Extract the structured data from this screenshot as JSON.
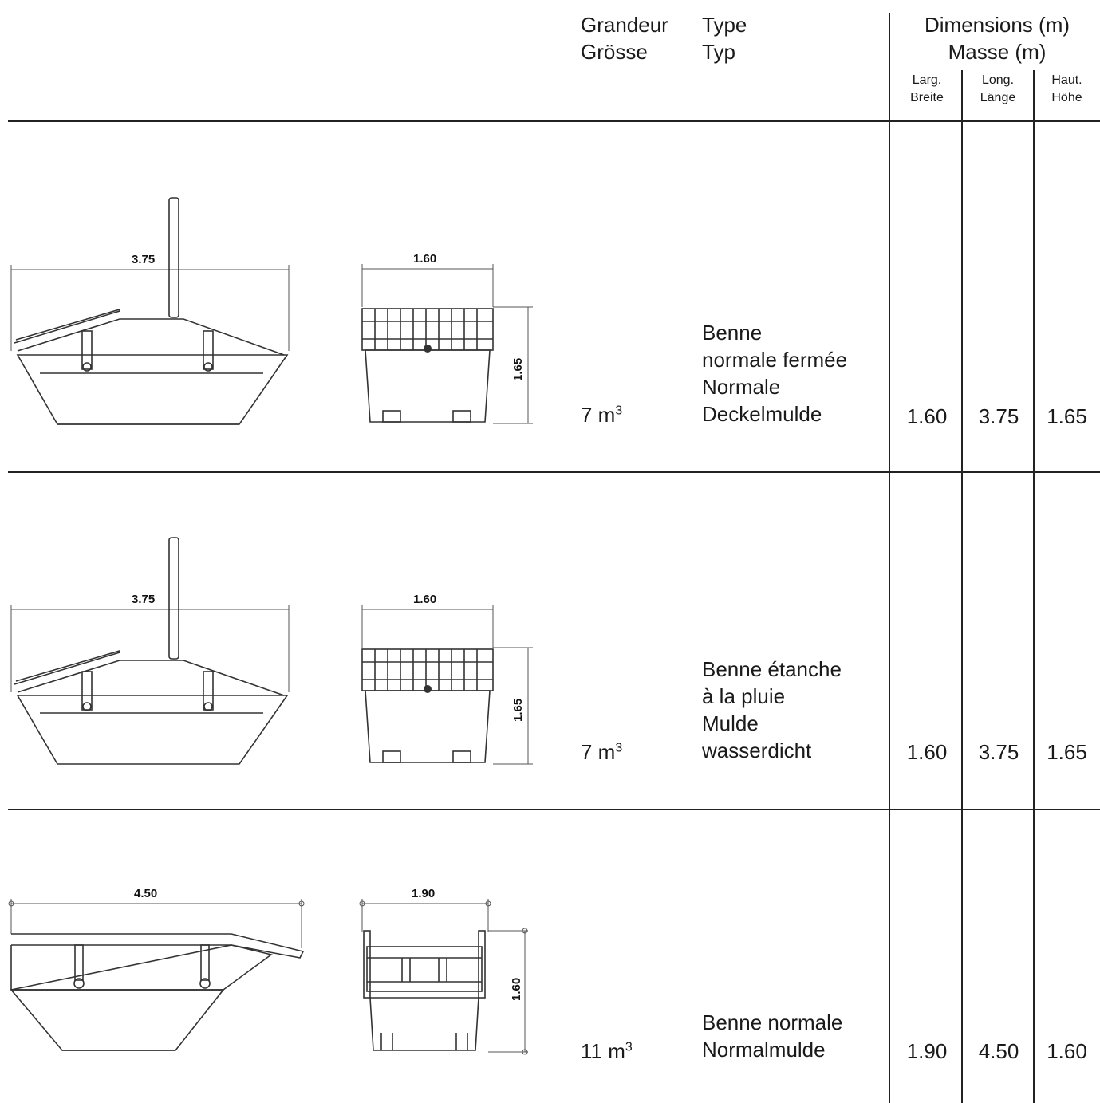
{
  "header": {
    "size_fr": "Grandeur",
    "size_de": "Grösse",
    "type_fr": "Type",
    "type_de": "Typ",
    "dimensions_fr": "Dimensions (m)",
    "dimensions_de": "Masse (m)",
    "width_fr": "Larg.",
    "width_de": "Breite",
    "length_fr": "Long.",
    "length_de": "Länge",
    "height_fr": "Haut.",
    "height_de": "Höhe"
  },
  "rows": [
    {
      "size_num": "7 m",
      "size_sup": "3",
      "type_lines": [
        "Benne",
        "normale fermée",
        "Normale",
        "Deckelmulde"
      ],
      "width": "1.60",
      "length": "3.75",
      "height": "1.65",
      "side_label": "3.75",
      "front_w_label": "1.60",
      "front_h_label": "1.65"
    },
    {
      "size_num": "7 m",
      "size_sup": "3",
      "type_lines": [
        "Benne étanche",
        "à la pluie",
        "Mulde",
        "wasserdicht"
      ],
      "width": "1.60",
      "length": "3.75",
      "height": "1.65",
      "side_label": "3.75",
      "front_w_label": "1.60",
      "front_h_label": "1.65"
    },
    {
      "size_num": "11 m",
      "size_sup": "3",
      "type_lines": [
        "Benne normale",
        "Normalmulde"
      ],
      "width": "1.90",
      "length": "4.50",
      "height": "1.60",
      "side_label": "4.50",
      "front_w_label": "1.90",
      "front_h_label": "1.60"
    }
  ]
}
